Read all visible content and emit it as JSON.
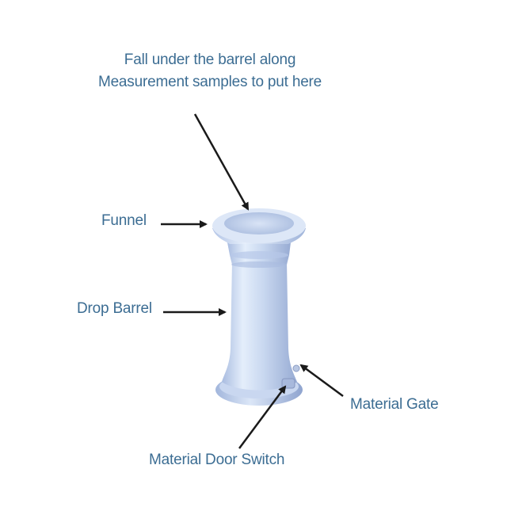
{
  "labels": {
    "top_line1": "Fall under the barrel along",
    "top_line2": "Measurement samples to put here",
    "funnel": "Funnel",
    "drop_barrel": "Drop Barrel",
    "material_gate": "Material Gate",
    "material_door_switch": "Material Door Switch"
  },
  "colors": {
    "label_text": "#3c6d93",
    "arrow": "#1a1a1a",
    "body_light": "#e2ecfa",
    "body_mid": "#c3d3ee",
    "body_dark": "#95a9d2"
  }
}
